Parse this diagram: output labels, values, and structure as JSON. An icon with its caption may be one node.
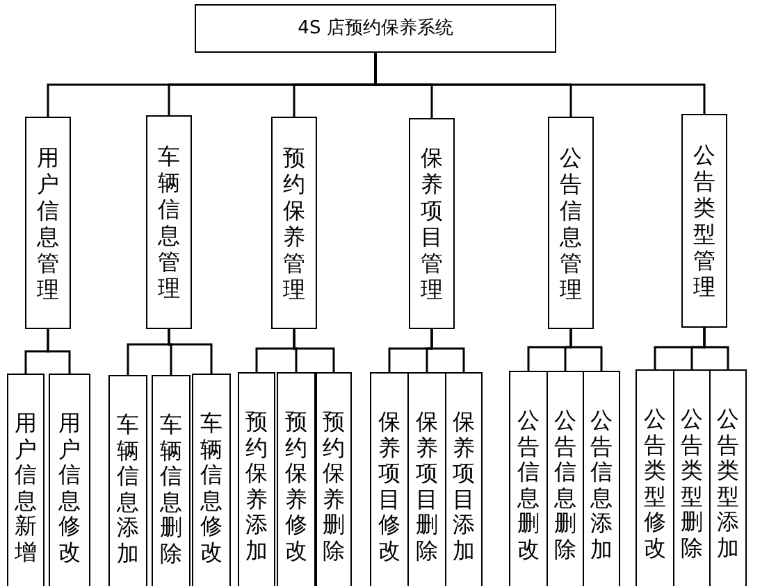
{
  "diagram": {
    "nodes": [
      {
        "text": [
          "4S 店预约保养系统"
        ]
      },
      {
        "text": [
          "用户信息管理"
        ]
      },
      {
        "text": [
          "车辆信息管理"
        ]
      },
      {
        "text": [
          "预约保养管理"
        ]
      },
      {
        "text": [
          "保养项目管理"
        ]
      },
      {
        "text": [
          "公告信息管理"
        ]
      },
      {
        "text": [
          "公告类型管理"
        ]
      },
      {
        "text": [
          "用户信息新增"
        ]
      },
      {
        "text": [
          "用户信息修改"
        ]
      },
      {
        "text": [
          "车辆信息添加"
        ]
      },
      {
        "text": [
          "车辆信息删除"
        ]
      },
      {
        "text": [
          "车辆信息修改"
        ]
      },
      {
        "text": [
          "预约保养添加"
        ]
      },
      {
        "text": [
          "预约保养修改"
        ]
      },
      {
        "text": [
          "预约保养删除"
        ]
      },
      {
        "text": [
          "保养项目修改"
        ]
      },
      {
        "text": [
          "保养项目删除"
        ]
      },
      {
        "text": [
          "保养项目添加"
        ]
      },
      {
        "text": [
          "公告信息删改"
        ]
      },
      {
        "text": [
          "公告信息删除"
        ]
      },
      {
        "text": [
          "公告信息添加"
        ]
      },
      {
        "text": [
          "公告类型修改"
        ]
      },
      {
        "text": [
          "公告类型删除"
        ]
      },
      {
        "text": [
          "公告类型添加"
        ]
      }
    ],
    "edges": [
      {
        "from": 0,
        "to": 1,
        "arrow": "none"
      },
      {
        "from": 0,
        "to": 2,
        "arrow": "none"
      },
      {
        "from": 0,
        "to": 3,
        "arrow": "none"
      },
      {
        "from": 0,
        "to": 4,
        "arrow": "none"
      },
      {
        "from": 0,
        "to": 5,
        "arrow": "none"
      },
      {
        "from": 0,
        "to": 6,
        "arrow": "none"
      },
      {
        "from": 1,
        "to": 7,
        "arrow": "none"
      },
      {
        "from": 1,
        "to": 8,
        "arrow": "none"
      },
      {
        "from": 2,
        "to": 9,
        "arrow": "none"
      },
      {
        "from": 2,
        "to": 10,
        "arrow": "none"
      },
      {
        "from": 2,
        "to": 11,
        "arrow": "none"
      },
      {
        "from": 3,
        "to": 12,
        "arrow": "none"
      },
      {
        "from": 3,
        "to": 13,
        "arrow": "none"
      },
      {
        "from": 3,
        "to": 14,
        "arrow": "none"
      },
      {
        "from": 4,
        "to": 15,
        "arrow": "none"
      },
      {
        "from": 4,
        "to": 16,
        "arrow": "none"
      },
      {
        "from": 4,
        "to": 17,
        "arrow": "none"
      },
      {
        "from": 5,
        "to": 18,
        "arrow": "none"
      },
      {
        "from": 5,
        "to": 19,
        "arrow": "none"
      },
      {
        "from": 5,
        "to": 20,
        "arrow": "none"
      },
      {
        "from": 6,
        "to": 21,
        "arrow": "none"
      },
      {
        "from": 6,
        "to": 22,
        "arrow": "none"
      },
      {
        "from": 6,
        "to": 23,
        "arrow": "none"
      }
    ]
  }
}
